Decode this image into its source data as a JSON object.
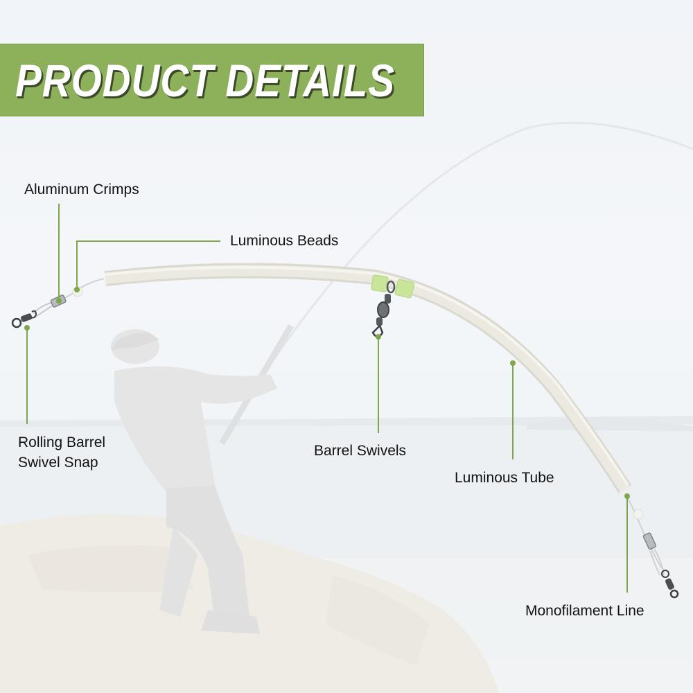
{
  "banner": {
    "title": "PRODUCT DETAILS",
    "background_color": "#8db05a",
    "text_color": "#ffffff"
  },
  "callouts": [
    {
      "id": "aluminum-crimps",
      "label": "Aluminum Crimps"
    },
    {
      "id": "luminous-beads",
      "label": "Luminous Beads"
    },
    {
      "id": "rolling-barrel-swivel-snap",
      "label_line1": "Rolling Barrel",
      "label_line2": "Swivel Snap"
    },
    {
      "id": "barrel-swivels",
      "label": "Barrel Swivels"
    },
    {
      "id": "luminous-tube",
      "label": "Luminous Tube"
    },
    {
      "id": "monofilament-line",
      "label": "Monofilament Line"
    }
  ],
  "colors": {
    "leader_line": "#7fa64a",
    "tube": "#e9e8dc",
    "glow_bead": "#c9e79a"
  }
}
